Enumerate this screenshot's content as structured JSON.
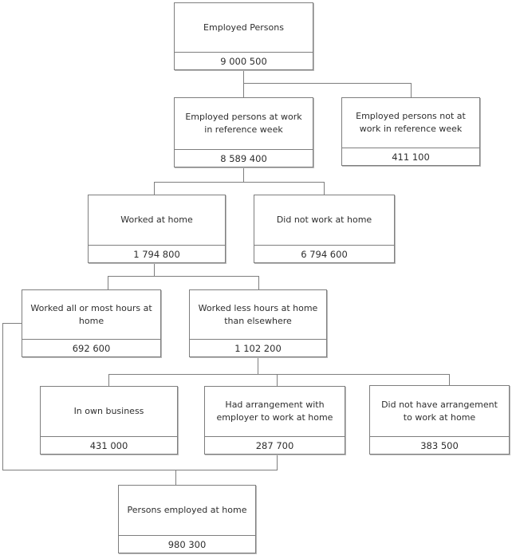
{
  "diagram": {
    "type": "flowchart-tree",
    "line_color": "#7e7e7e",
    "box_border_color": "#7e7e7e",
    "background_color": "#ffffff",
    "text_color": "#2e2e2e"
  },
  "nodes": [
    {
      "id": "employed-persons",
      "label": "Employed Persons",
      "value": "9 000 500"
    },
    {
      "id": "at-work-reference-week",
      "label": "Employed persons at work in reference week",
      "value": "8 589 400"
    },
    {
      "id": "not-at-work-reference-week",
      "label": "Employed persons not at work in reference week",
      "value": "411 100"
    },
    {
      "id": "worked-at-home",
      "label": "Worked at home",
      "value": "1 794 800"
    },
    {
      "id": "did-not-work-at-home",
      "label": "Did not work at home",
      "value": "6 794 600"
    },
    {
      "id": "worked-all-or-most-at-home",
      "label": "Worked all or most hours at home",
      "value": "692 600"
    },
    {
      "id": "worked-less-at-home",
      "label": "Worked less hours at home than elsewhere",
      "value": "1 102 200"
    },
    {
      "id": "in-own-business",
      "label": "In own business",
      "value": "431 000"
    },
    {
      "id": "had-arrangement",
      "label": "Had arrangement with employer to work at home",
      "value": "287 700"
    },
    {
      "id": "no-arrangement",
      "label": "Did not have arrangement to work at home",
      "value": "383 500"
    },
    {
      "id": "persons-employed-at-home",
      "label": "Persons employed at home",
      "value": "980 300"
    }
  ],
  "edges": [
    {
      "from": "employed-persons",
      "to": "at-work-reference-week"
    },
    {
      "from": "employed-persons",
      "to": "not-at-work-reference-week"
    },
    {
      "from": "at-work-reference-week",
      "to": "worked-at-home"
    },
    {
      "from": "at-work-reference-week",
      "to": "did-not-work-at-home"
    },
    {
      "from": "worked-at-home",
      "to": "worked-all-or-most-at-home"
    },
    {
      "from": "worked-at-home",
      "to": "worked-less-at-home"
    },
    {
      "from": "worked-less-at-home",
      "to": "in-own-business"
    },
    {
      "from": "worked-less-at-home",
      "to": "had-arrangement"
    },
    {
      "from": "worked-less-at-home",
      "to": "no-arrangement"
    },
    {
      "from": "worked-all-or-most-at-home",
      "to": "persons-employed-at-home"
    },
    {
      "from": "had-arrangement",
      "to": "persons-employed-at-home"
    }
  ]
}
